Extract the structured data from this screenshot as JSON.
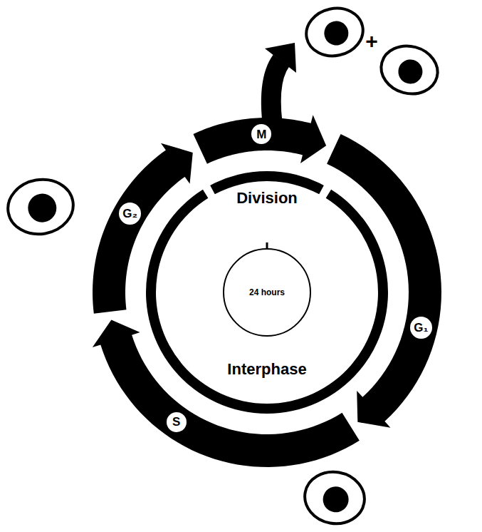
{
  "diagram": {
    "nodes": [
      {
        "text": [
          "M"
        ]
      },
      {
        "text": [
          "G₂"
        ]
      },
      {
        "text": [
          "G₁"
        ]
      },
      {
        "text": [
          "24 hours"
        ]
      },
      {
        "text": [
          "S"
        ]
      }
    ],
    "labels": [
      "+",
      "Division",
      "Interphase"
    ]
  }
}
